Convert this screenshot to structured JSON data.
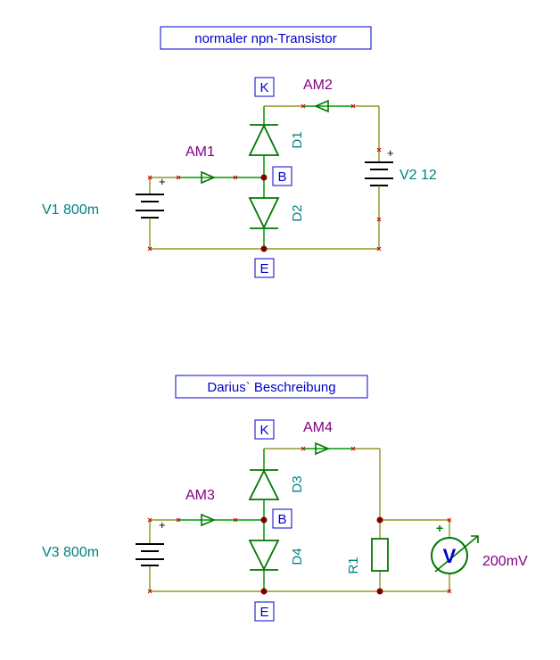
{
  "circuit1": {
    "title": "normaler npn-Transistor",
    "node_k": "K",
    "node_b": "B",
    "node_e": "E",
    "am_left": "AM1",
    "am_top": "AM2",
    "diode_top": "D1",
    "diode_bottom": "D2",
    "source_left": "V1 800m",
    "source_right": "V2 12",
    "plus_sign": "+"
  },
  "circuit2": {
    "title": "Darius` Beschreibung",
    "node_k": "K",
    "node_b": "B",
    "node_e": "E",
    "am_left": "AM3",
    "am_top": "AM4",
    "diode_top": "D3",
    "diode_bottom": "D4",
    "source_left": "V3 800m",
    "resistor": "R1",
    "voltmeter_symbol": "V",
    "voltmeter_reading": "200mV",
    "plus_sign": "+"
  },
  "colors": {
    "wire": "#808000",
    "component": "#007700",
    "node_label": "#0000cc",
    "ammeter_label": "#800080",
    "source_label": "#008080",
    "junction": "#800000"
  }
}
